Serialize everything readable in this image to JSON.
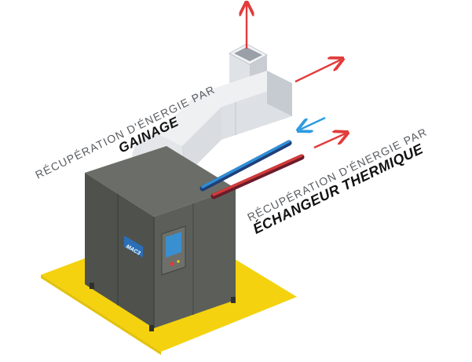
{
  "labels": {
    "gainage_line1": "RÉCUPÉRATION D'ÉNERGIE PAR",
    "gainage_line2": "GAINAGE",
    "echangeur_line1": "RÉCUPÉRATION D'ÉNERGIE PAR",
    "echangeur_line2": "ÉCHANGEUR THERMIQUE"
  },
  "machine": {
    "brand_logo": "MAC3"
  },
  "icons": {
    "arrow_out": "arrow-up-right-icon",
    "arrow_in": "arrow-left-icon"
  },
  "colors": {
    "floor": "#f4d20f",
    "cabinet": "#4f524c",
    "duct": "#e6e8ec",
    "exhaust_arrow": "#e23b3b",
    "intake_arrow": "#2d9be0",
    "pipe_hot": "#d43a3a",
    "pipe_cold": "#2f8fd6",
    "logo_bg": "#2a6fb8",
    "panel_screen": "#3a8fd0"
  }
}
